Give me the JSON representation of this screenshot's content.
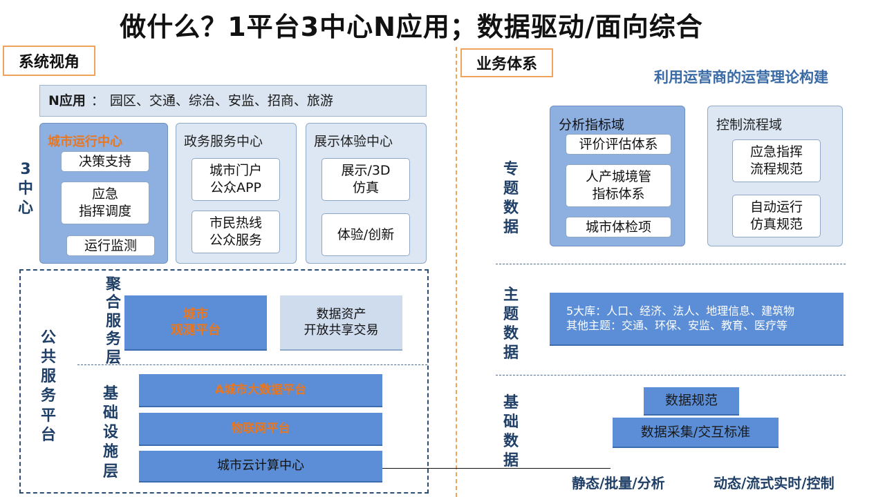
{
  "title": "做什么？1平台3中心N应用；数据驱动/面向综合",
  "left": {
    "tag": "系统视角",
    "n_apps": {
      "label": "N应用",
      "separator": "：",
      "items": "园区、交通、综治、安监、招商、旅游"
    },
    "three_centers_label": [
      "3",
      "中",
      "心"
    ],
    "centers": [
      {
        "title": "城市运行中心",
        "items": [
          "决策支持",
          "应急\n指挥调度",
          "运行监测"
        ]
      },
      {
        "title": "政务服务中心",
        "items": [
          "城市门户\n公众APP",
          "市民热线\n公众服务"
        ]
      },
      {
        "title": "展示体验中心",
        "items": [
          "展示/3D\n仿真",
          "体验/创新"
        ]
      }
    ],
    "public_platform_label": [
      "公",
      "共",
      "服",
      "务",
      "平",
      "台"
    ],
    "aggregation_layer": {
      "label": [
        "聚",
        "合",
        "服",
        "务",
        "层"
      ],
      "boxes": [
        "城市\n观测平台",
        "数据资产\n开放共享交易"
      ]
    },
    "base_layer": {
      "label": [
        "基",
        "础",
        "设",
        "施",
        "层"
      ],
      "boxes": [
        "A城市大数据平台",
        "物联网平台",
        "城市云计算中心"
      ]
    }
  },
  "right": {
    "tag": "业务体系",
    "subtitle": "利用运营商的运营理论构建",
    "special_data": {
      "label": [
        "专",
        "题",
        "数",
        "据"
      ],
      "domains": [
        {
          "title": "分析指标域",
          "items": [
            "评价评估体系",
            "人产城境管\n指标体系",
            "城市体检项"
          ]
        },
        {
          "title": "控制流程域",
          "items": [
            "应急指挥\n流程规范",
            "自动运行\n仿真规范"
          ]
        }
      ]
    },
    "theme_data": {
      "label": [
        "主",
        "题",
        "数",
        "据"
      ],
      "lines": [
        "5大库：人口、经济、法人、地理信息、建筑物",
        "其他主题：交通、环保、安监、教育、医疗等"
      ]
    },
    "base_data": {
      "label": [
        "基",
        "础",
        "数",
        "据"
      ],
      "boxes": [
        "数据规范",
        "数据采集/交互标准"
      ]
    },
    "bottom_labels": [
      "静态/批量/分析",
      "动态/流式实时/控制"
    ]
  }
}
